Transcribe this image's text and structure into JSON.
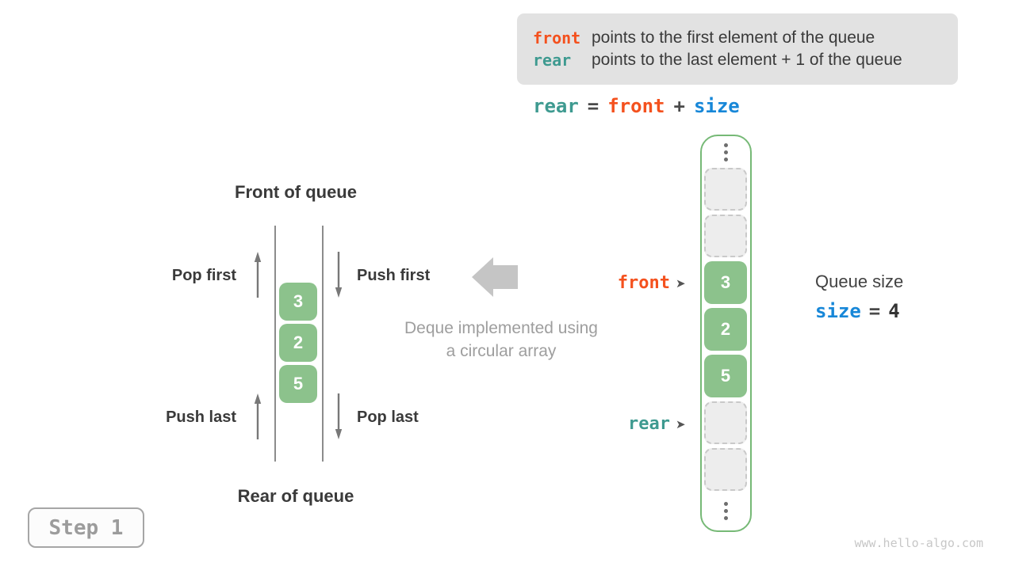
{
  "legend": {
    "front_term": "front",
    "front_desc": "points to the first element of the queue",
    "rear_term": "rear",
    "rear_desc": "points to the last element + 1 of the queue"
  },
  "formula": {
    "rear": "rear",
    "eq": "=",
    "front": "front",
    "plus": "+",
    "size": "size"
  },
  "deque": {
    "front_label": "Front of queue",
    "rear_label": "Rear of queue",
    "pop_first": "Pop first",
    "push_first": "Push first",
    "push_last": "Push last",
    "pop_last": "Pop last",
    "values": [
      "3",
      "2",
      "5"
    ]
  },
  "caption": {
    "line1": "Deque implemented using",
    "line2": "a circular array"
  },
  "array": {
    "cells": [
      {
        "type": "empty",
        "value": ""
      },
      {
        "type": "empty",
        "value": ""
      },
      {
        "type": "filled",
        "value": "3"
      },
      {
        "type": "filled",
        "value": "2"
      },
      {
        "type": "filled",
        "value": "5"
      },
      {
        "type": "empty",
        "value": ""
      },
      {
        "type": "empty",
        "value": ""
      }
    ],
    "front_pointer": "front",
    "rear_pointer": "rear",
    "pointer_glyph": "➤"
  },
  "queue_size": {
    "title": "Queue size",
    "var": "size",
    "eq": "=",
    "value": "4"
  },
  "step": {
    "label": "Step 1"
  },
  "watermark": "www.hello-algo.com",
  "colors": {
    "front_accent": "#f4511e",
    "rear_accent": "#3e9a90",
    "size_accent": "#1787d8",
    "cell_green": "#8cc28c",
    "array_border_green": "#76b976",
    "legend_bg": "#e2e2e2"
  }
}
